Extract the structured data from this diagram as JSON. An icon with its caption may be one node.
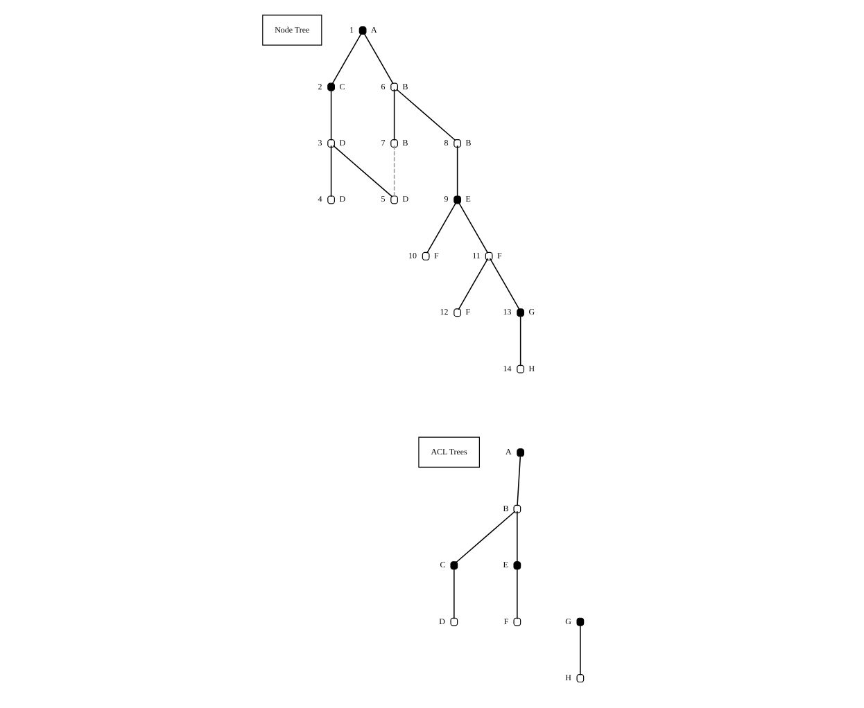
{
  "diagram": {
    "nodes": [
      {
        "text": [
          "Node Tree"
        ]
      },
      {
        "text": [],
        "shape": "dot",
        "beside": [
          "1",
          "A"
        ]
      },
      {
        "text": [],
        "shape": "dot",
        "beside": [
          "2",
          "C"
        ]
      },
      {
        "text": [],
        "shape": "circle",
        "beside": [
          "6",
          "B"
        ]
      },
      {
        "text": [],
        "shape": "circle",
        "beside": [
          "3",
          "D"
        ]
      },
      {
        "text": [],
        "shape": "circle",
        "beside": [
          "7",
          "B"
        ]
      },
      {
        "text": [],
        "shape": "circle",
        "beside": [
          "8",
          "B"
        ]
      },
      {
        "text": [],
        "shape": "circle",
        "beside": [
          "4",
          "D"
        ]
      },
      {
        "text": [],
        "shape": "circle",
        "beside": [
          "5",
          "D"
        ]
      },
      {
        "text": [],
        "shape": "dot",
        "beside": [
          "9",
          "E"
        ]
      },
      {
        "text": [],
        "shape": "circle",
        "beside": [
          "10",
          "F"
        ]
      },
      {
        "text": [],
        "shape": "circle",
        "beside": [
          "11",
          "F"
        ]
      },
      {
        "text": [],
        "shape": "circle",
        "beside": [
          "12",
          "F"
        ]
      },
      {
        "text": [],
        "shape": "dot",
        "beside": [
          "13",
          "G"
        ]
      },
      {
        "text": [],
        "shape": "circle",
        "beside": [
          "14",
          "H"
        ]
      },
      {
        "text": [
          "ACL Trees"
        ]
      },
      {
        "text": [],
        "shape": "dot",
        "beside": [
          "A"
        ]
      },
      {
        "text": [],
        "shape": "circle",
        "beside": [
          "B"
        ]
      },
      {
        "text": [],
        "shape": "dot",
        "beside": [
          "C"
        ]
      },
      {
        "text": [],
        "shape": "dot",
        "beside": [
          "E"
        ]
      },
      {
        "text": [],
        "shape": "circle",
        "beside": [
          "D"
        ]
      },
      {
        "text": [],
        "shape": "circle",
        "beside": [
          "F"
        ]
      },
      {
        "text": [],
        "shape": "dot",
        "beside": [
          "G"
        ]
      },
      {
        "text": [],
        "shape": "circle",
        "beside": [
          "H"
        ]
      }
    ],
    "edges": [
      {
        "from": 1,
        "to": 2,
        "arrow": "none"
      },
      {
        "from": 1,
        "to": 3,
        "arrow": "none"
      },
      {
        "from": 2,
        "to": 4,
        "arrow": "none"
      },
      {
        "from": 4,
        "to": 7,
        "arrow": "none"
      },
      {
        "from": 4,
        "to": 8,
        "arrow": "none"
      },
      {
        "from": 3,
        "to": 5,
        "arrow": "none"
      },
      {
        "from": 3,
        "to": 6,
        "arrow": "none"
      },
      {
        "from": 5,
        "to": 8,
        "arrow": "none",
        "style": "dashed",
        "color": "#999999"
      },
      {
        "from": 6,
        "to": 9,
        "arrow": "none"
      },
      {
        "from": 9,
        "to": 10,
        "arrow": "none"
      },
      {
        "from": 9,
        "to": 11,
        "arrow": "none"
      },
      {
        "from": 11,
        "to": 12,
        "arrow": "none"
      },
      {
        "from": 11,
        "to": 13,
        "arrow": "none"
      },
      {
        "from": 13,
        "to": 14,
        "arrow": "none"
      },
      {
        "from": 16,
        "to": 17,
        "arrow": "none"
      },
      {
        "from": 17,
        "to": 18,
        "arrow": "none"
      },
      {
        "from": 17,
        "to": 19,
        "arrow": "none"
      },
      {
        "from": 18,
        "to": 20,
        "arrow": "none"
      },
      {
        "from": 19,
        "to": 21,
        "arrow": "none"
      },
      {
        "from": 22,
        "to": 23,
        "arrow": "none"
      }
    ]
  }
}
